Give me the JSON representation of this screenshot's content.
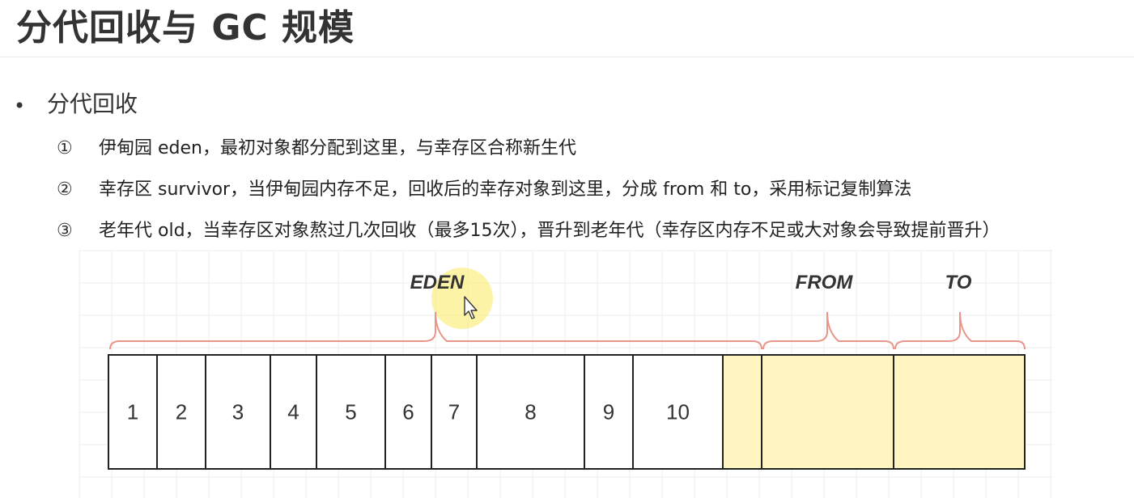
{
  "header": {
    "title": "分代回收与 GC 规模"
  },
  "bullet": {
    "text": "分代回收"
  },
  "items": [
    {
      "num": "①",
      "text": "伊甸园 eden，最初对象都分配到这里，与幸存区合称新生代"
    },
    {
      "num": "②",
      "text": "幸存区 survivor，当伊甸园内存不足，回收后的幸存对象到这里，分成 from 和 to，采用标记复制算法"
    },
    {
      "num": "③",
      "text": "老年代 old，当幸存区对象熬过几次回收（最多15次），晋升到老年代（幸存区内存不足或大对象会导致提前晋升）"
    }
  ],
  "diagram": {
    "region_labels": [
      "EDEN",
      "FROM",
      "TO"
    ],
    "eden_cells": [
      "1",
      "2",
      "3",
      "4",
      "5",
      "6",
      "7",
      "8",
      "9",
      "10"
    ],
    "colors": {
      "brace": "#e8968a",
      "cell_border": "#222222",
      "survivor_fill": "#fff5c0",
      "grid": "#ececec",
      "cursor_highlight": "#fbef8a"
    }
  }
}
